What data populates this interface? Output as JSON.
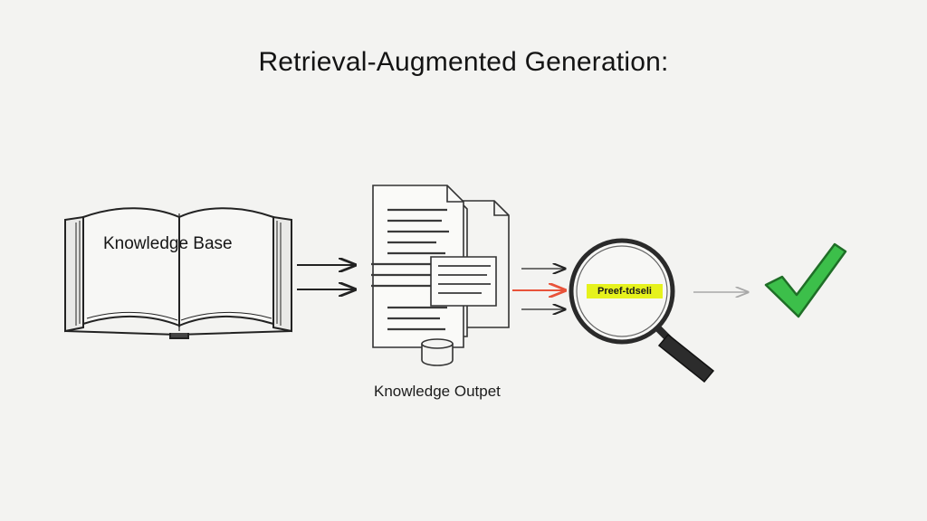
{
  "title": "Retrieval-Augmented Generation:",
  "knowledge_base": {
    "label": "Knowledge Base"
  },
  "documents": {
    "label": "Knowledge Outpet"
  },
  "lens": {
    "highlight_text": "Preef-tdseli"
  },
  "colors": {
    "ink": "#222222",
    "highlight_arrow": "#e8533a",
    "highlight_marker": "#e6f21c",
    "check_green": "#3cbf4a",
    "pale_arrow": "#a8a8a8"
  },
  "icons": [
    "open-book-icon",
    "document-stack-icon",
    "database-cylinder-icon",
    "magnifying-glass-icon",
    "checkmark-icon"
  ]
}
